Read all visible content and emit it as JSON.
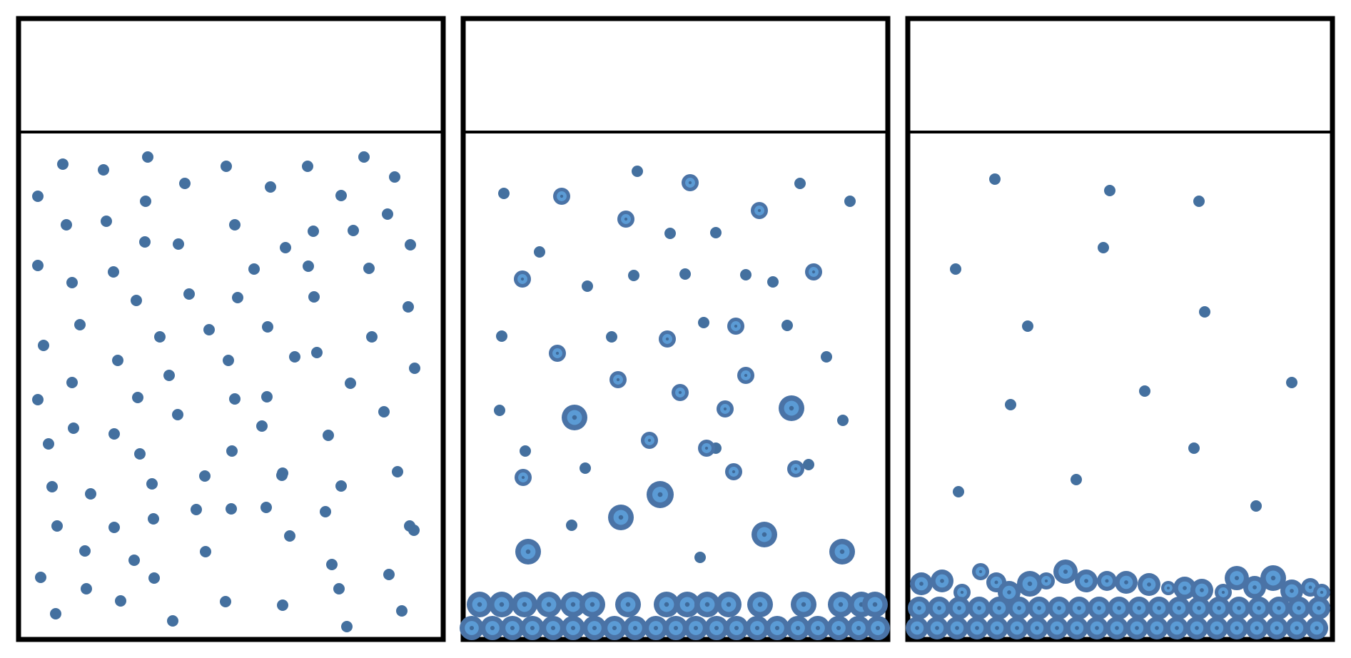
{
  "colors": {
    "frame": "#000000",
    "particle": "#44709f",
    "cluster_outer": "#4a73a6",
    "cluster_inner": "#5b9bd5",
    "background": "#ffffff"
  },
  "panels": [
    {
      "id": "panel-1",
      "state": "dispersed",
      "particle_shape": "small-dot",
      "sediment_layer": false
    },
    {
      "id": "panel-2",
      "state": "aggregating",
      "particle_shape": "small-dot-and-cluster",
      "sediment_layer": true,
      "sediment_rows": 2
    },
    {
      "id": "panel-3",
      "state": "settled",
      "particle_shape": "sparse-small-dot",
      "sediment_layer": true,
      "sediment_rows": 3
    }
  ]
}
